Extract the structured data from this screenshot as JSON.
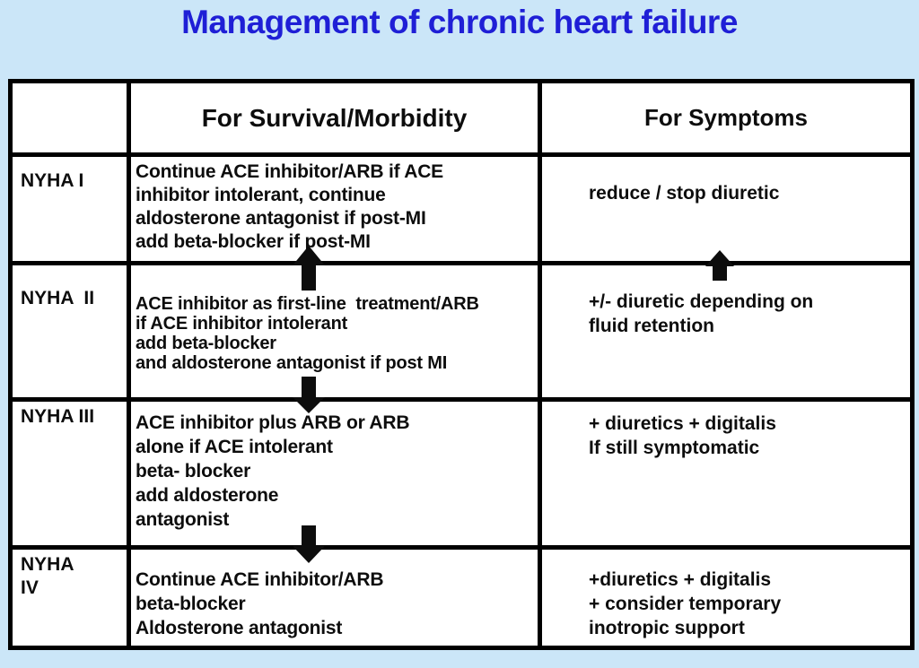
{
  "slide": {
    "title": "Management of chronic heart failure"
  },
  "colors": {
    "background": "#cbe6f8",
    "title": "#1f1fd6",
    "border": "#000000",
    "cell": "#ffffff",
    "text": "#0d0d0d",
    "arrow": "#0d0d0d"
  },
  "table": {
    "headers": {
      "label": "",
      "survival": "For Survival/Morbidity",
      "symptoms": "For Symptoms"
    },
    "rows": [
      {
        "label_lines": [
          "NYHA I"
        ],
        "survival_lines": [
          "Continue ACE inhibitor/ARB if ACE",
          "inhibitor intolerant, continue",
          "aldosterone antagonist if post-MI",
          "add beta-blocker if post-MI"
        ],
        "symptoms_lines": [
          "reduce / stop diuretic"
        ]
      },
      {
        "label_lines": [
          "NYHA  II"
        ],
        "survival_lines": [
          "ACE inhibitor as first-line  treatment/ARB",
          "if ACE inhibitor intolerant",
          "add beta-blocker",
          "and aldosterone antagonist if post MI"
        ],
        "symptoms_lines": [
          "+/- diuretic depending on",
          "fluid retention"
        ]
      },
      {
        "label_lines": [
          "NYHA III"
        ],
        "survival_lines": [
          "ACE inhibitor plus ARB or ARB",
          "alone if ACE intolerant",
          "beta- blocker",
          "add aldosterone",
          "antagonist"
        ],
        "symptoms_lines": [
          "+ diuretics + digitalis",
          "If still symptomatic"
        ]
      },
      {
        "label_lines": [
          "NYHA",
          "IV"
        ],
        "survival_lines": [
          "Continue ACE inhibitor/ARB",
          "beta-blocker",
          "Aldosterone antagonist"
        ],
        "symptoms_lines": [
          "+diuretics + digitalis",
          "+ consider temporary",
          "inotropic support"
        ]
      }
    ],
    "arrows": [
      {
        "direction": "up",
        "column": "survival",
        "between": "NYHA II and NYHA I"
      },
      {
        "direction": "up",
        "column": "symptoms",
        "between": "NYHA II and NYHA I"
      },
      {
        "direction": "down",
        "column": "survival",
        "between": "NYHA II and NYHA III"
      },
      {
        "direction": "down",
        "column": "survival",
        "between": "NYHA III and NYHA IV"
      }
    ]
  }
}
